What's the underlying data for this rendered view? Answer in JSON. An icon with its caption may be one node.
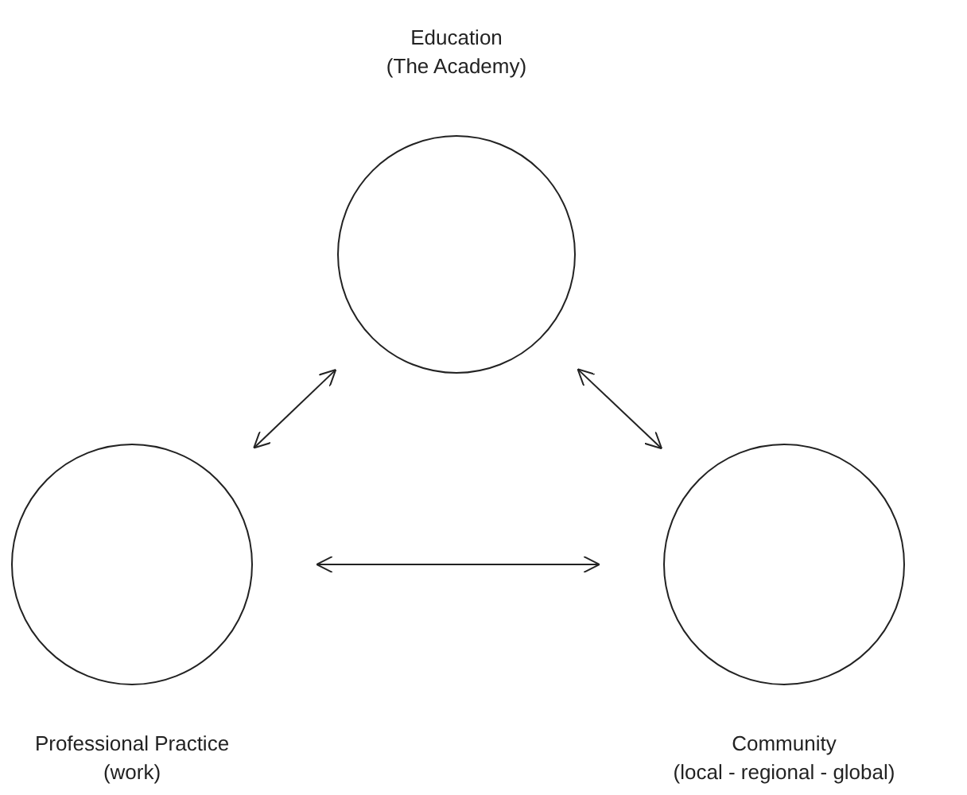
{
  "diagram": {
    "nodes": [
      {
        "text": [
          "Education",
          "(The Academy)"
        ]
      },
      {
        "text": [
          "Professional Practice",
          "(work)"
        ]
      },
      {
        "text": [
          "Community",
          "(local - regional - global)"
        ]
      }
    ],
    "edges": [
      {
        "from": 1,
        "to": 0,
        "arrow": "both"
      },
      {
        "from": 0,
        "to": 2,
        "arrow": "both"
      },
      {
        "from": 1,
        "to": 2,
        "arrow": "both"
      }
    ]
  }
}
